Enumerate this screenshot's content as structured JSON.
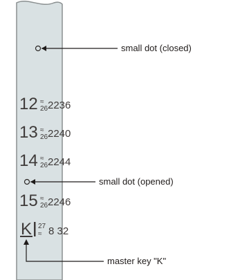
{
  "colors": {
    "strip_fill": "#d9e1e3",
    "strip_edge": "#8a8f90",
    "text": "#3e3a39",
    "callout": "#1f1b1a"
  },
  "labels": {
    "dot_closed": "small dot (closed)",
    "dot_opened": "small dot (opened)",
    "master_key": "master key \"K\""
  },
  "rows": [
    {
      "big": "12",
      "mid": "2236",
      "stack_top": "≈",
      "stack_bottom": "26"
    },
    {
      "big": "13",
      "mid": "2240",
      "stack_top": "≈",
      "stack_bottom": "26"
    },
    {
      "big": "14",
      "mid": "2244",
      "stack_top": "≈",
      "stack_bottom": "26"
    },
    {
      "big": "15",
      "mid": "2246",
      "stack_top": "≈",
      "stack_bottom": "26"
    }
  ],
  "master_row": {
    "key": "K",
    "stack_top": "27",
    "stack_bottom": "≈",
    "mid": "8 32"
  }
}
